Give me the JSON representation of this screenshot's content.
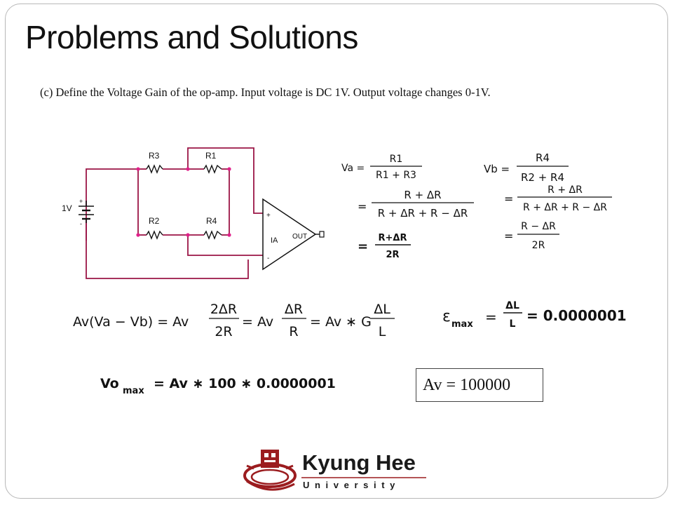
{
  "slide": {
    "title": "Problems and Solutions",
    "question": "(c) Define the Voltage Gain of the op-amp. Input voltage is DC 1V. Output voltage changes 0-1V."
  },
  "circuit": {
    "source_label": "1V",
    "r3": "R3",
    "r1": "R1",
    "r2": "R2",
    "r4": "R4",
    "plus": "+",
    "minus": "-",
    "amp_label": "IA",
    "out_label": "OUT",
    "src_plus": "+",
    "src_minus": "-"
  },
  "equations": {
    "va_lhs": "Va =",
    "va_num": "R1",
    "va_den": "R1 + R3",
    "va_eq": "=",
    "va_num2": "R + ΔR",
    "va_den2": "R + ΔR + R − ΔR",
    "va_num3": "R+ΔR",
    "va_den3": "2R",
    "vb_lhs": "Vb =",
    "vb_num": "R4",
    "vb_den": "R2 + R4",
    "vb_eq": "=",
    "vb_num2": "R + ΔR",
    "vb_den2": "R + ΔR + R − ΔR",
    "vb_num3": "R − ΔR",
    "vb_den3": "2R",
    "av_expr_lhs": "Av(Va − Vb) = Av",
    "av_frac1_num": "2ΔR",
    "av_frac1_den": "2R",
    "av_mid": "= Av",
    "av_frac2_num": "ΔR",
    "av_frac2_den": "R",
    "av_mid2": "= Av ∗ G",
    "av_frac3_num": "ΔL",
    "av_frac3_den": "L",
    "eps_lhs": "ε",
    "eps_sub": "max",
    "eps_eq": "=",
    "eps_num": "ΔL",
    "eps_den": "L",
    "eps_rhs": "= 0.0000001",
    "vo_lhs": "Vo",
    "vo_sub": "max",
    "vo_rhs": "= Av ∗ 100 ∗ 0.0000001"
  },
  "answer": {
    "text": "Av = 100000"
  },
  "logo": {
    "name": "Kyung Hee",
    "subtitle": "U n i v e r s i t y",
    "brand_color": "#9b1c1f",
    "text_color": "#1a1a1a"
  },
  "colors": {
    "wire": "#9b1546",
    "node": "#e0208a",
    "text": "#111111"
  }
}
